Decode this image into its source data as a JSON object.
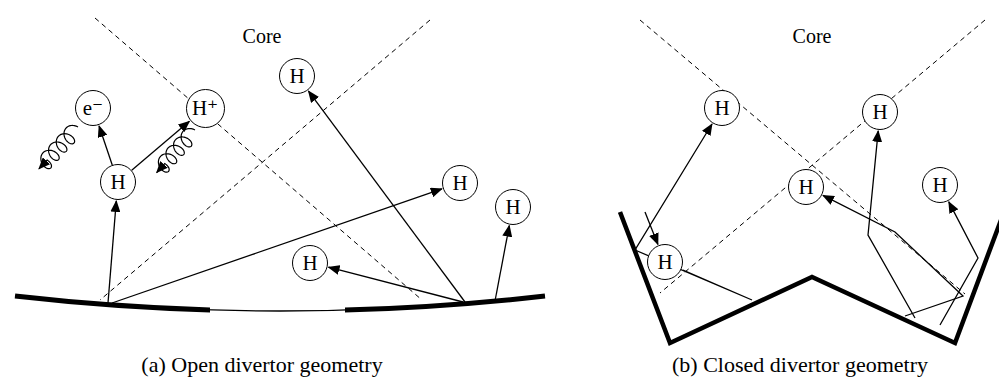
{
  "diagram": {
    "nodes": [
      {
        "text": [
          "e⁻"
        ]
      },
      {
        "text": [
          "H⁺"
        ]
      },
      {
        "text": [
          "H"
        ]
      },
      {
        "text": [
          "H"
        ]
      },
      {
        "text": [
          "H"
        ]
      },
      {
        "text": [
          "H"
        ]
      },
      {
        "text": [
          "H"
        ]
      },
      {
        "text": [
          "H"
        ]
      },
      {
        "text": [
          "H"
        ]
      },
      {
        "text": [
          "H"
        ]
      },
      {
        "text": [
          "H"
        ]
      },
      {
        "text": [
          "H"
        ]
      }
    ],
    "edges": [
      {
        "from": 2,
        "to": 0,
        "arrow": "to"
      },
      {
        "from": 2,
        "to": 1,
        "arrow": "to"
      }
    ],
    "labels": [
      "Core",
      "Core",
      "(a) Open divertor geometry",
      "(b) Closed divertor geometry"
    ]
  }
}
